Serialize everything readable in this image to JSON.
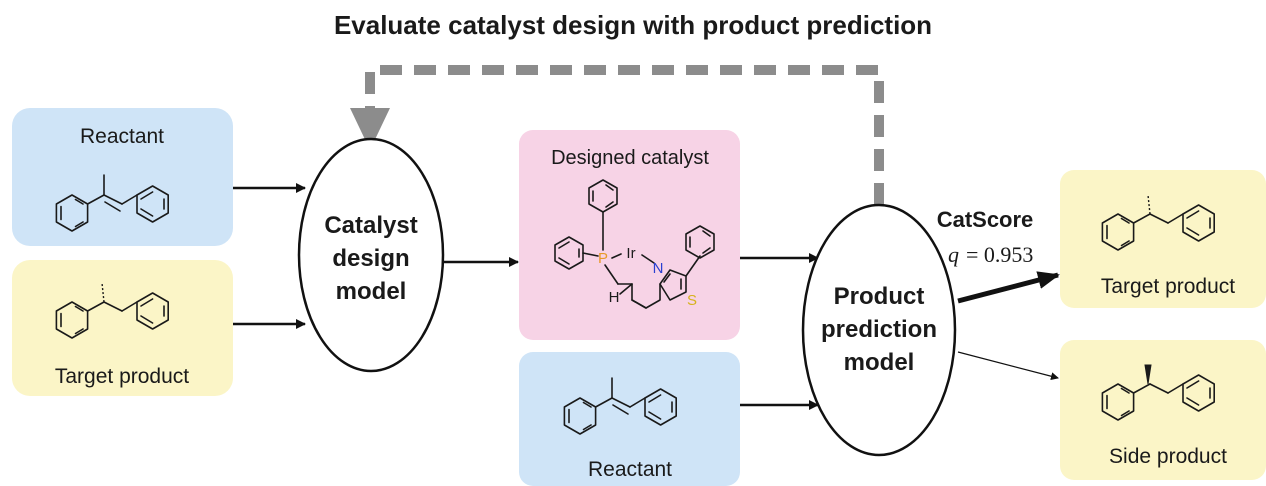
{
  "title": "Evaluate catalyst design with product prediction",
  "inputs": {
    "reactant_label": "Reactant",
    "target_label": "Target product"
  },
  "catalyst_model": {
    "line1": "Catalyst",
    "line2": "design",
    "line3": "model"
  },
  "designed_catalyst": {
    "label": "Designed catalyst",
    "atom_p": "P",
    "atom_ir": "Ir",
    "atom_n": "N",
    "atom_s": "S",
    "atom_h": "H"
  },
  "reactant2_label": "Reactant",
  "prediction_model": {
    "line1": "Product",
    "line2": "prediction",
    "line3": "model"
  },
  "score": {
    "name": "CatScore",
    "symbol": "q",
    "eq": "= 0.953"
  },
  "outputs": {
    "target_label": "Target product",
    "side_label": "Side product"
  },
  "colors": {
    "reactant_bg": "#cfe4f7",
    "product_bg": "#fbf5c7",
    "catalyst_bg": "#f7d3e6",
    "feedback": "#8c8c8c",
    "phosphorus": "#e89a2a",
    "nitrogen": "#2a3fd1",
    "sulfur": "#d6b21e"
  }
}
